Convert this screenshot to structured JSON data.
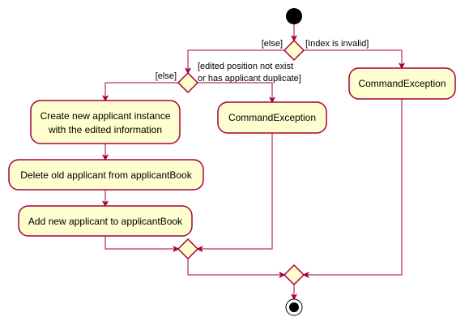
{
  "diagram": {
    "activities": {
      "create_line1": "Create new applicant instance",
      "create_line2": "with the edited information",
      "delete_old": "Delete old applicant from applicantBook",
      "add_new": "Add new applicant to applicantBook",
      "exception_inner": "CommandException",
      "exception_outer": "CommandException"
    },
    "guards": {
      "outer_else": "[else]",
      "index_invalid": "[Index is invalid]",
      "inner_else": "[else]",
      "edited_line1": "[edited position not exist",
      "edited_line2": "or has applicant duplicate]"
    }
  }
}
